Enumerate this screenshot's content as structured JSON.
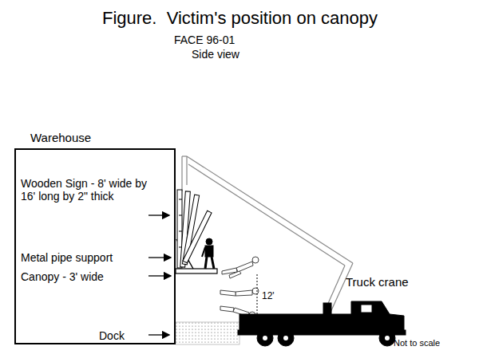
{
  "diagram": {
    "title": "Figure.  Victim's position on canopy",
    "nodes": [
      {
        "text": [
          "Warehouse",
          "Wooden Sign - 8' wide by 16' long by 2\" thick",
          "Metal pipe support",
          "Canopy - 3' wide",
          "Dock"
        ]
      }
    ],
    "labels": [
      "FACE 96-01",
      "Side view",
      "12'",
      "Truck crane",
      "Not to scale"
    ]
  }
}
